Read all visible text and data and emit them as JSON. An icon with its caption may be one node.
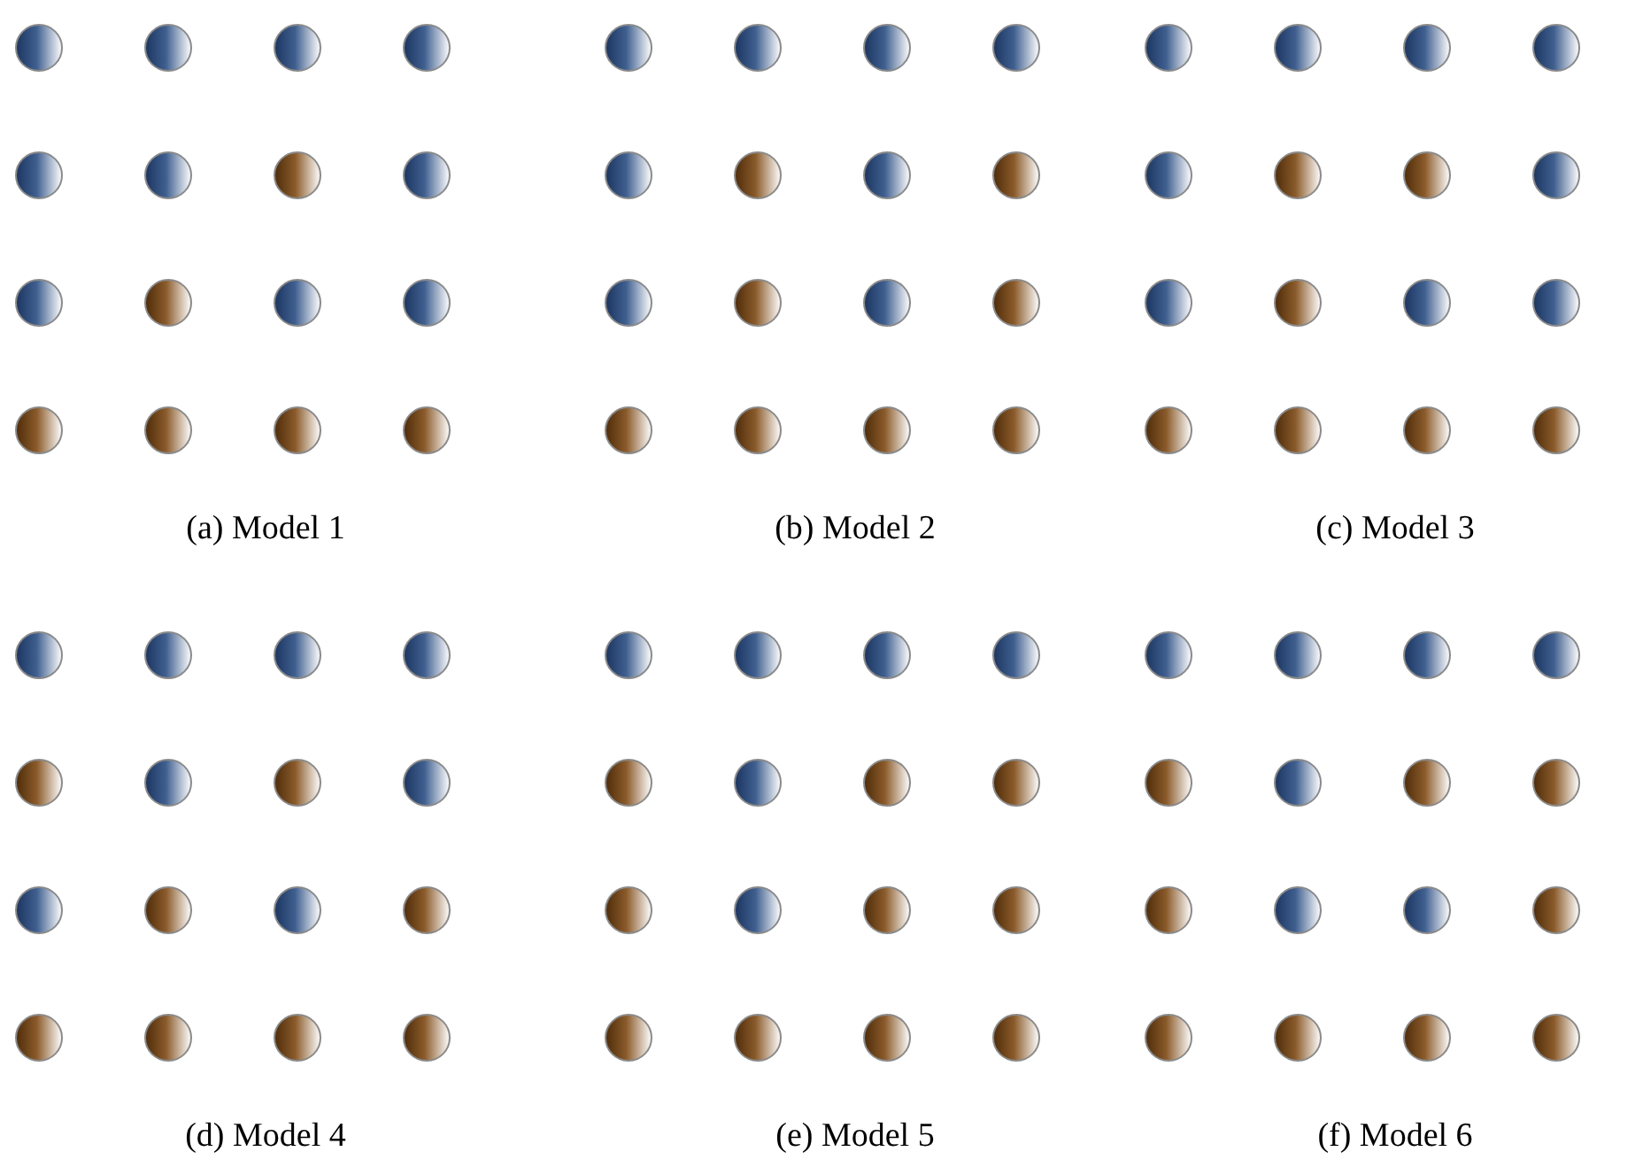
{
  "diagram": {
    "nodes": [
      {
        "text": [
          "(a) Model 1"
        ]
      },
      {
        "text": [],
        "shape": "circle",
        "in": 0
      },
      {
        "text": [],
        "shape": "circle",
        "in": 0
      },
      {
        "text": [],
        "shape": "circle",
        "in": 0
      },
      {
        "text": [],
        "shape": "circle",
        "in": 0
      },
      {
        "text": [],
        "shape": "circle",
        "in": 0
      },
      {
        "text": [],
        "shape": "circle",
        "in": 0
      },
      {
        "text": [],
        "shape": "circle",
        "in": 0
      },
      {
        "text": [],
        "shape": "circle",
        "in": 0
      },
      {
        "text": [],
        "shape": "circle",
        "in": 0
      },
      {
        "text": [],
        "shape": "circle",
        "in": 0
      },
      {
        "text": [],
        "shape": "circle",
        "in": 0
      },
      {
        "text": [],
        "shape": "circle",
        "in": 0
      },
      {
        "text": [],
        "shape": "circle",
        "in": 0
      },
      {
        "text": [],
        "shape": "circle",
        "in": 0
      },
      {
        "text": [],
        "shape": "circle",
        "in": 0
      },
      {
        "text": [],
        "shape": "circle",
        "in": 0
      },
      {
        "text": [
          "(b) Model 2"
        ]
      },
      {
        "text": [],
        "shape": "circle",
        "in": 17
      },
      {
        "text": [],
        "shape": "circle",
        "in": 17
      },
      {
        "text": [],
        "shape": "circle",
        "in": 17
      },
      {
        "text": [],
        "shape": "circle",
        "in": 17
      },
      {
        "text": [],
        "shape": "circle",
        "in": 17
      },
      {
        "text": [],
        "shape": "circle",
        "in": 17
      },
      {
        "text": [],
        "shape": "circle",
        "in": 17
      },
      {
        "text": [],
        "shape": "circle",
        "in": 17
      },
      {
        "text": [],
        "shape": "circle",
        "in": 17
      },
      {
        "text": [],
        "shape": "circle",
        "in": 17
      },
      {
        "text": [],
        "shape": "circle",
        "in": 17
      },
      {
        "text": [],
        "shape": "circle",
        "in": 17
      },
      {
        "text": [],
        "shape": "circle",
        "in": 17
      },
      {
        "text": [],
        "shape": "circle",
        "in": 17
      },
      {
        "text": [],
        "shape": "circle",
        "in": 17
      },
      {
        "text": [],
        "shape": "circle",
        "in": 17
      },
      {
        "text": [
          "(c) Model 3"
        ]
      },
      {
        "text": [],
        "shape": "circle",
        "in": 34
      },
      {
        "text": [],
        "shape": "circle",
        "in": 34
      },
      {
        "text": [],
        "shape": "circle",
        "in": 34
      },
      {
        "text": [],
        "shape": "circle",
        "in": 34
      },
      {
        "text": [],
        "shape": "circle",
        "in": 34
      },
      {
        "text": [],
        "shape": "circle",
        "in": 34
      },
      {
        "text": [],
        "shape": "circle",
        "in": 34
      },
      {
        "text": [],
        "shape": "circle",
        "in": 34
      },
      {
        "text": [],
        "shape": "circle",
        "in": 34
      },
      {
        "text": [],
        "shape": "circle",
        "in": 34
      },
      {
        "text": [],
        "shape": "circle",
        "in": 34
      },
      {
        "text": [],
        "shape": "circle",
        "in": 34
      },
      {
        "text": [],
        "shape": "circle",
        "in": 34
      },
      {
        "text": [],
        "shape": "circle",
        "in": 34
      },
      {
        "text": [],
        "shape": "circle",
        "in": 34
      },
      {
        "text": [],
        "shape": "circle",
        "in": 34
      },
      {
        "text": [
          "(d) Model 4"
        ]
      },
      {
        "text": [],
        "shape": "circle",
        "in": 51
      },
      {
        "text": [],
        "shape": "circle",
        "in": 51
      },
      {
        "text": [],
        "shape": "circle",
        "in": 51
      },
      {
        "text": [],
        "shape": "circle",
        "in": 51
      },
      {
        "text": [],
        "shape": "circle",
        "in": 51
      },
      {
        "text": [],
        "shape": "circle",
        "in": 51
      },
      {
        "text": [],
        "shape": "circle",
        "in": 51
      },
      {
        "text": [],
        "shape": "circle",
        "in": 51
      },
      {
        "text": [],
        "shape": "circle",
        "in": 51
      },
      {
        "text": [],
        "shape": "circle",
        "in": 51
      },
      {
        "text": [],
        "shape": "circle",
        "in": 51
      },
      {
        "text": [],
        "shape": "circle",
        "in": 51
      },
      {
        "text": [],
        "shape": "circle",
        "in": 51
      },
      {
        "text": [],
        "shape": "circle",
        "in": 51
      },
      {
        "text": [],
        "shape": "circle",
        "in": 51
      },
      {
        "text": [],
        "shape": "circle",
        "in": 51
      },
      {
        "text": [
          "(e) Model 5"
        ]
      },
      {
        "text": [],
        "shape": "circle",
        "in": 68
      },
      {
        "text": [],
        "shape": "circle",
        "in": 68
      },
      {
        "text": [],
        "shape": "circle",
        "in": 68
      },
      {
        "text": [],
        "shape": "circle",
        "in": 68
      },
      {
        "text": [],
        "shape": "circle",
        "in": 68
      },
      {
        "text": [],
        "shape": "circle",
        "in": 68
      },
      {
        "text": [],
        "shape": "circle",
        "in": 68
      },
      {
        "text": [],
        "shape": "circle",
        "in": 68
      },
      {
        "text": [],
        "shape": "circle",
        "in": 68
      },
      {
        "text": [],
        "shape": "circle",
        "in": 68
      },
      {
        "text": [],
        "shape": "circle",
        "in": 68
      },
      {
        "text": [],
        "shape": "circle",
        "in": 68
      },
      {
        "text": [],
        "shape": "circle",
        "in": 68
      },
      {
        "text": [],
        "shape": "circle",
        "in": 68
      },
      {
        "text": [],
        "shape": "circle",
        "in": 68
      },
      {
        "text": [],
        "shape": "circle",
        "in": 68
      },
      {
        "text": [
          "(f) Model 6"
        ]
      },
      {
        "text": [],
        "shape": "circle",
        "in": 85
      },
      {
        "text": [],
        "shape": "circle",
        "in": 85
      },
      {
        "text": [],
        "shape": "circle",
        "in": 85
      },
      {
        "text": [],
        "shape": "circle",
        "in": 85
      },
      {
        "text": [],
        "shape": "circle",
        "in": 85
      },
      {
        "text": [],
        "shape": "circle",
        "in": 85
      },
      {
        "text": [],
        "shape": "circle",
        "in": 85
      },
      {
        "text": [],
        "shape": "circle",
        "in": 85
      },
      {
        "text": [],
        "shape": "circle",
        "in": 85
      },
      {
        "text": [],
        "shape": "circle",
        "in": 85
      },
      {
        "text": [],
        "shape": "circle",
        "in": 85
      },
      {
        "text": [],
        "shape": "circle",
        "in": 85
      },
      {
        "text": [],
        "shape": "circle",
        "in": 85
      },
      {
        "text": [],
        "shape": "circle",
        "in": 85
      },
      {
        "text": [],
        "shape": "circle",
        "in": 85
      },
      {
        "text": [],
        "shape": "circle",
        "in": 85
      }
    ]
  }
}
